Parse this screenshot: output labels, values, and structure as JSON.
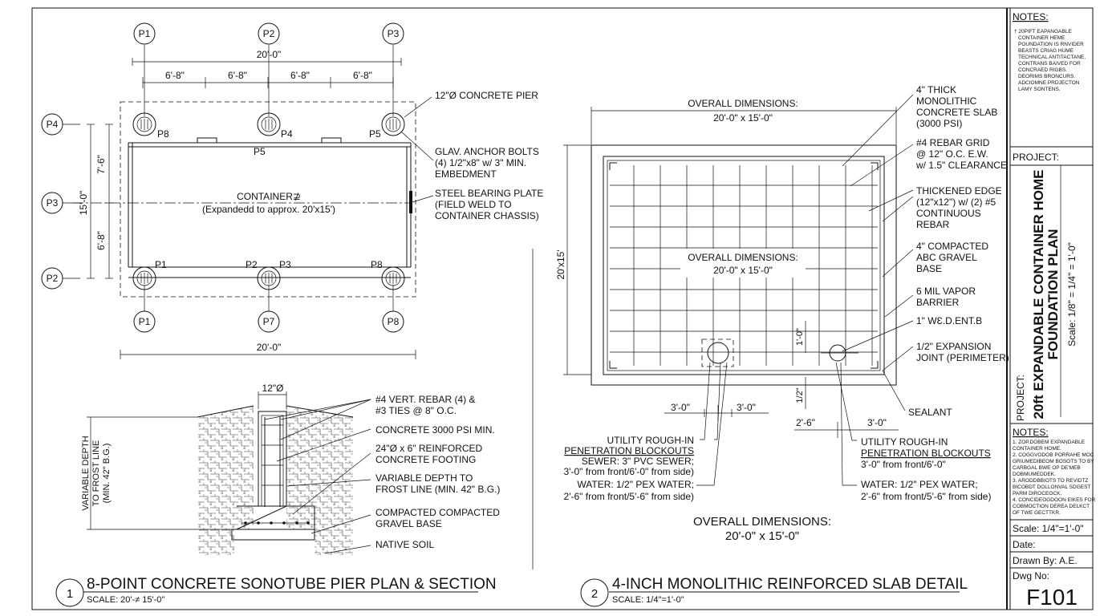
{
  "plan": {
    "markers_top": [
      "P1",
      "P2",
      "P3"
    ],
    "markers_left": [
      "P4",
      "P3",
      "P2"
    ],
    "markers_bottom": [
      "P1",
      "P7",
      "P8"
    ],
    "dim_overall_top": "20'-0\"",
    "dim_bays": [
      "6'-8\"",
      "6'-8\"",
      "6'-8\"",
      "6'-8\""
    ],
    "dim_overall_bottom": "20'-0\"",
    "dim_left_total": "15'-0\"",
    "dim_left_upper": "7'-6\"",
    "dim_left_lower": "6'-8\"",
    "pier_labels": {
      "p8_top": "P8",
      "p4_top": "P4",
      "p5_top": "P5",
      "p5_mid": "P5",
      "p1_bot": "P1",
      "p2_bot": "P2",
      "p3_bot": "P3",
      "p8_bot": "P8"
    },
    "container_label": "CONTAINER⊉",
    "container_sub": "(Expandedd to approx. 20'x15')",
    "callouts": {
      "pier": "12\"Ø CONCRETE PIER",
      "anchor": [
        "GLAV. ANCHOR BOLTS",
        "(4) 1/2\"x8\" w/ 3\" MIN.",
        "EMBEDMENT"
      ],
      "plate": [
        "STEEL BEARING PLATE",
        "(FIELD WELD TO",
        "CONTAINER CHASSIS)"
      ]
    }
  },
  "section": {
    "dim_top": "12\"Ø",
    "vertical_label": [
      "VARIABLE DEPTH",
      "TO FROST LINE",
      "(MIN. 42\" B.G.)"
    ],
    "callouts": [
      [
        "#4 VERT. REBAR (4) &",
        "#3 TIES @ 8\" O.C."
      ],
      [
        "CONCRETE 3000 PSI MIN."
      ],
      [
        "24\"Ø x 6\" REINFORCED",
        "CONCRETE FOOTING"
      ],
      [
        "VARIABLE DEPTH TO",
        "FROST LINE (MIN. 42\" B.G.)"
      ],
      [
        "COMPACTED COMPACTED",
        "GRAVEL BASE"
      ],
      [
        "NATIVE SOIL"
      ]
    ]
  },
  "detail1": {
    "number": "1",
    "title": "8-POINT CONCRETE SONOTUBE PIER PLAN & SECTION",
    "scale": "SCALE: 20'-≠ 15'-0\""
  },
  "slab": {
    "top_label": "OVERALL DIMENSIONS:",
    "top_dims": "20'-0\" x 15'-0\"",
    "side_dim": "20'x15'",
    "inner_label": "OVERALL DIMENSIONS:",
    "inner_dims": "20'-0\" x 15'-0\"",
    "callouts": [
      [
        "4\" THICK",
        "MONOLITHIC",
        "CONCRETE SLAB",
        "(3000 PSI)"
      ],
      [
        "#4 REBAR GRID",
        "@ 12\" O.C. E.W.",
        "w/ 1.5\" CLEARANCE"
      ],
      [
        "THICKENED EDGE",
        "(12\"x12\") w/ (2) #5",
        "CONTINUOUS",
        "REBAR"
      ],
      [
        "4\" COMPACTED",
        "ABC GRAVEL",
        "BASE"
      ],
      [
        "6 MIL VAPOR",
        "BARRIER"
      ],
      [
        "1\" WƐ.D.ENT.B"
      ],
      [
        "1/2\" EXPANSION",
        "JOINT (PERIMETER)"
      ]
    ],
    "sealant": "SEALANT",
    "dim_1_0": "1'-0\"",
    "dim_1_2": "1/2\"",
    "dims_left": [
      "3'-0\"",
      "3'-0\""
    ],
    "dims_right": [
      "2'-6\"",
      "3'-0\""
    ],
    "utility_left": {
      "head": [
        "UTILITY ROUGH-IN",
        "PENETRATION BLOCKOUTS"
      ],
      "lines": [
        "SEWER: 3\" PVC SEWER;",
        "3'-0\" from front/6'-0\" from side)",
        "WATER: 1/2\" PEX WATER;",
        "2'-6\" from front/5'-6\" from side)"
      ]
    },
    "utility_right": {
      "head": [
        "UTILITY ROUGH-IN",
        "PENETRATION BLOCKOUTS"
      ],
      "lines": [
        "3'-0\" from front/6'-0\"",
        "WATER: 1/2\" PEX WATER;",
        "2'-6\" from front/5'-6\" from side)"
      ]
    },
    "bottom_label": "OVERALL DIMENSIONS:",
    "bottom_dims": "20'-0\" x 15'-0\""
  },
  "detail2": {
    "number": "2",
    "title": "4-INCH MONOLITHIC REINFORCED SLAB DETAIL",
    "scale": "SCALE: 1/4\"=1'-0\""
  },
  "titleblock": {
    "notes_head": "NOTES:",
    "notes_body": [
      "† 20PIFT EAPANGABLE",
      "CONTAINER HEME",
      "POUNDATION IS RNVIDER",
      "BEASTS CRIAG HUME",
      "TECHNICAL ANTITACTANE,",
      "CONTRANS BAIVED FOR",
      "CONCRAED RIGBS.",
      "DEORIMS BRONCURS.",
      "ADCIOMNE PRDJECTON",
      "LAMY SONTENS."
    ],
    "project_head": "PROJECT:",
    "project_vert": "PROJECT:",
    "title_line1": "20ft EXPANDABLE CONTAINER HOME",
    "title_line2": "FOUNDATION PLAN",
    "title_scale": "Scale: 1/8\" = 1/4\" = 1'-0\"",
    "notes2_head": "NOTES:",
    "notes2_body": [
      "1. ZOP.DOBEM EXPANDABLE",
      "   CONTAINER HOME.",
      "2. COGGVODOB PORRAHE MOC",
      "   GRIUMEDIBEOM BOSOTS TO BY",
      "   CARBGAL BWE OP DE'MEB",
      "   DOBMUMEDDEK.",
      "3. ARODDBBIOTS TO REVIDTZ",
      "   BICOBDT DOLLONVAL SDGEST",
      "   PARM DIROCEOCK.",
      "4. CONCIDEOGDOON EIKES FOR",
      "   COBMOCTION DEREA DELKCT",
      "   OF TWE GECTTKR."
    ],
    "scale": "Scale: 1/4\"=1'-0\"",
    "date": "Date:",
    "drawn": "Drawn By:  A.E.",
    "dwg_label": "Dwg No:",
    "dwg_no": "F101"
  }
}
